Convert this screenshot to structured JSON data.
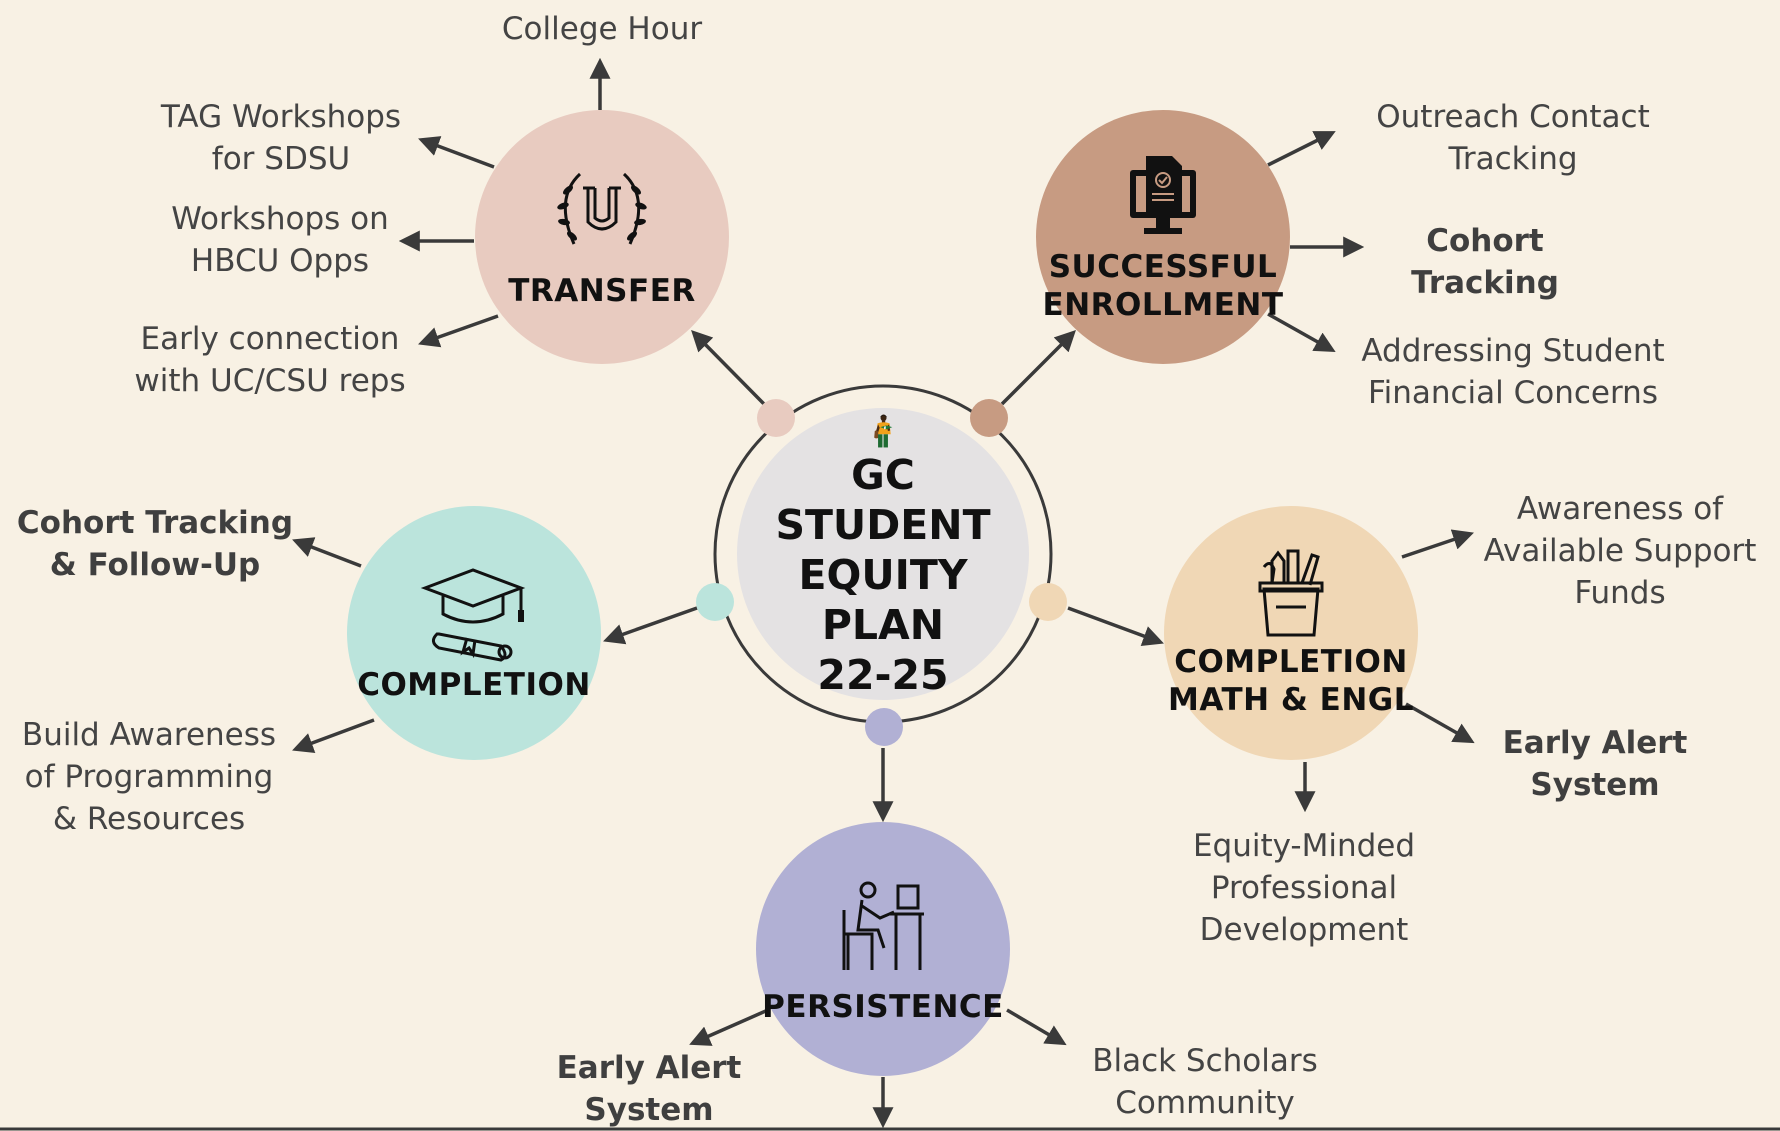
{
  "center": {
    "title": "GC STUDENT\nEQUITY PLAN\n22-25"
  },
  "nodes": {
    "transfer": {
      "title": "TRANSFER",
      "icon": "university-laurel-icon",
      "color": "#e8cbc0"
    },
    "enrollment": {
      "title": "SUCCESSFUL\nENROLLMENT",
      "icon": "computer-document-icon",
      "color": "#c79b82"
    },
    "completion": {
      "title": "COMPLETION",
      "icon": "graduation-cap-diploma-icon",
      "color": "#bbe4dc"
    },
    "math_engl": {
      "title": "COMPLETION\nMATH & ENGL",
      "icon": "pencil-cup-icon",
      "color": "#f0d7b5"
    },
    "persistence": {
      "title": "PERSISTENCE",
      "icon": "student-at-desk-icon",
      "color": "#b1b0d4"
    }
  },
  "labels": {
    "college_hour": "College Hour",
    "tag_workshops": "TAG Workshops\nfor SDSU",
    "hbcu": "Workshops on\nHBCU Opps",
    "uc_csu": "Early connection\nwith UC/CSU reps",
    "outreach": "Outreach Contact\nTracking",
    "cohort_tracking": "Cohort\nTracking",
    "financial": "Addressing Student\nFinancial Concerns",
    "cohort_followup": "Cohort Tracking\n& Follow-Up",
    "build_awareness": "Build Awareness\nof Programming\n& Resources",
    "support_funds": "Awareness of\nAvailable Support\nFunds",
    "early_alert_right": "Early Alert\nSystem",
    "equity_minded": "Equity-Minded\nProfessional\nDevelopment",
    "early_alert_bottom": "Early Alert\nSystem",
    "black_scholars": "Black Scholars\nCommunity"
  }
}
